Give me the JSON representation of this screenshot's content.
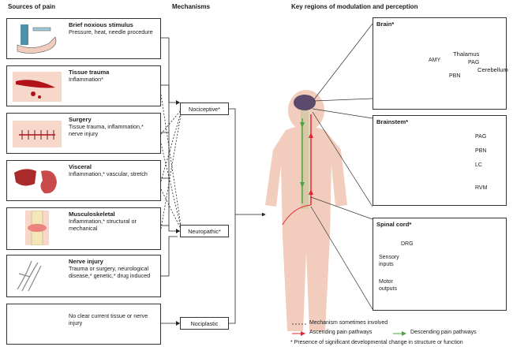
{
  "headers": {
    "sources": "Sources of pain",
    "mechanisms": "Mechanisms",
    "regions": "Key regions of modulation and perception"
  },
  "sources": [
    {
      "title": "Brief noxious stimulus",
      "desc": "Pressure, heat, needle procedure",
      "icon": "needle-hand-icon"
    },
    {
      "title": "Tissue trauma",
      "desc": "Inflammation*",
      "icon": "bleeding-cut-icon"
    },
    {
      "title": "Surgery",
      "desc": "Tissue trauma, inflammation,* nerve injury",
      "icon": "stitched-wound-icon"
    },
    {
      "title": "Visceral",
      "desc": "Inflammation,* vascular, stretch",
      "icon": "liver-stomach-icon"
    },
    {
      "title": "Musculoskeletal",
      "desc": "Inflammation,* structural or mechanical",
      "icon": "joint-icon"
    },
    {
      "title": "Nerve injury",
      "desc": "Trauma or surgery, neurological disease,* genetic,* drug induced",
      "icon": "nerve-icon"
    },
    {
      "title": "",
      "desc": "No clear current tissue or nerve injury",
      "icon": ""
    }
  ],
  "mechanisms": [
    "Nociceptive*",
    "Neuropathic*",
    "Nociplastic"
  ],
  "brain": {
    "title": "Brain*",
    "labels": [
      "Thalamus",
      "AMY",
      "PAG",
      "PBN",
      "Cerebellum"
    ]
  },
  "brainstem": {
    "title": "Brainstem*",
    "labels": [
      "PAG",
      "PBN",
      "LC",
      "RVM"
    ]
  },
  "spinal": {
    "title": "Spinal cord*",
    "labels": [
      "DRG",
      "Sensory inputs",
      "Motor outputs"
    ]
  },
  "legend": {
    "dashed": "Mechanism sometimes involved",
    "ascending": "Ascending pain pathways",
    "descending": "Descending pain pathways",
    "note": "* Presence of significant developmental change in structure or function"
  },
  "colors": {
    "ascending": "#e4252b",
    "descending": "#4aa53c",
    "tissue": "#f6d7c9",
    "skin": "#f2cdbd",
    "brain": "#c9c4dd"
  }
}
